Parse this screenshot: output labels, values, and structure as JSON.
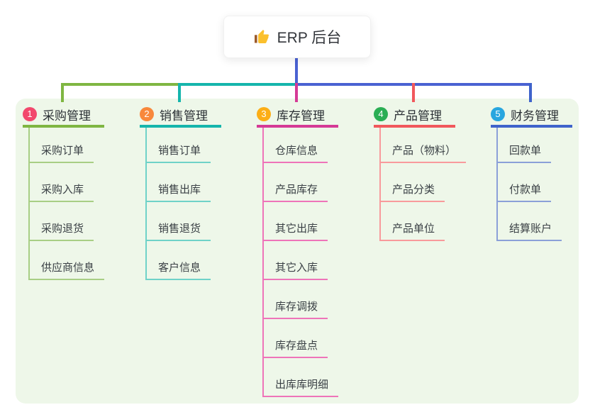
{
  "root": {
    "icon": "thumbs-up-icon",
    "label": "ERP 后台"
  },
  "canvas": {
    "background": "#FFFFFF",
    "panel_background": "#EEF7E9",
    "root_connector_color": "#4A62D2"
  },
  "branches": [
    {
      "badge": "1",
      "badge_color": "#F2486D",
      "line_color": "#7FB642",
      "child_line_color": "#A8CE85",
      "title": "采购管理",
      "children": [
        "采购订单",
        "采购入库",
        "采购退货",
        "供应商信息"
      ]
    },
    {
      "badge": "2",
      "badge_color": "#F8883C",
      "line_color": "#15B5AC",
      "child_line_color": "#6FD2C8",
      "title": "销售管理",
      "children": [
        "销售订单",
        "销售出库",
        "销售退货",
        "客户信息"
      ]
    },
    {
      "badge": "3",
      "badge_color": "#FCAE16",
      "line_color": "#D53A96",
      "child_line_color": "#EE74B9",
      "title": "库存管理",
      "children": [
        "仓库信息",
        "产品库存",
        "其它出库",
        "其它入库",
        "库存调拨",
        "库存盘点",
        "出库库明细"
      ]
    },
    {
      "badge": "4",
      "badge_color": "#2AAE54",
      "line_color": "#F1585C",
      "child_line_color": "#F89A9C",
      "title": "产品管理",
      "children": [
        "产品（物料）",
        "产品分类",
        "产品单位"
      ]
    },
    {
      "badge": "5",
      "badge_color": "#28A6DF",
      "line_color": "#3F63CB",
      "child_line_color": "#8BA0D8",
      "title": "财务管理",
      "children": [
        "回款单",
        "付款单",
        "结算账户"
      ]
    }
  ]
}
